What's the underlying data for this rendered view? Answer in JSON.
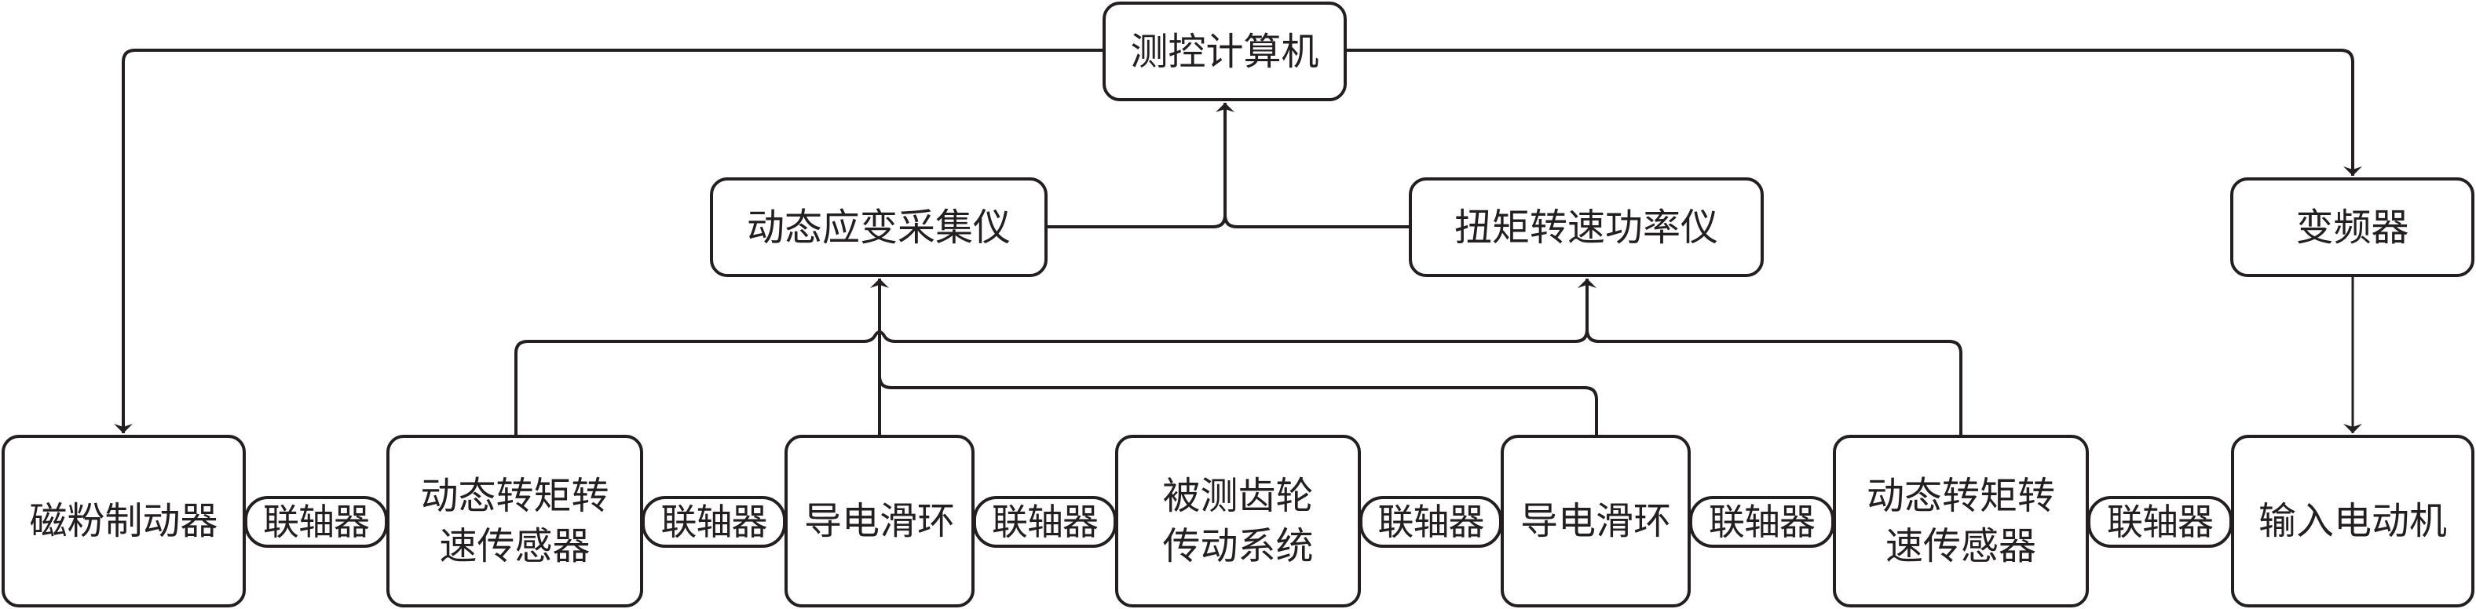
{
  "diagram": {
    "title": "",
    "nodes": {
      "computer": "测控计算机",
      "strain_acquisition": "动态应变采集仪",
      "torque_power_meter": "扭矩转速功率仪",
      "vfd": "变频器",
      "brake": "磁粉制动器",
      "torque_sensor_left": "动态转矩转\n速传感器",
      "slip_ring_left": "导电滑环",
      "gear_system": "被测齿轮\n传动系统",
      "slip_ring_right": "导电滑环",
      "torque_sensor_right": "动态转矩转\n速传感器",
      "motor": "输入电动机"
    },
    "couplings": [
      "联轴器",
      "联轴器",
      "联轴器",
      "联轴器",
      "联轴器",
      "联轴器"
    ],
    "edges": [
      {
        "from": "computer",
        "to": "brake",
        "arrow": true
      },
      {
        "from": "computer",
        "to": "vfd",
        "arrow": true
      },
      {
        "from": "vfd",
        "to": "motor",
        "arrow": true
      },
      {
        "from": "strain_acquisition",
        "to": "computer",
        "arrow": true
      },
      {
        "from": "torque_power_meter",
        "to": "computer",
        "arrow": true
      },
      {
        "from": "slip_ring_left",
        "to": "strain_acquisition",
        "arrow": true
      },
      {
        "from": "slip_ring_right",
        "to": "strain_acquisition",
        "arrow": true
      },
      {
        "from": "torque_sensor_left",
        "to": "torque_power_meter",
        "arrow": true
      },
      {
        "from": "torque_sensor_right",
        "to": "torque_power_meter",
        "arrow": true
      }
    ],
    "colors": {
      "stroke": "#231f20",
      "background": "#ffffff"
    }
  }
}
